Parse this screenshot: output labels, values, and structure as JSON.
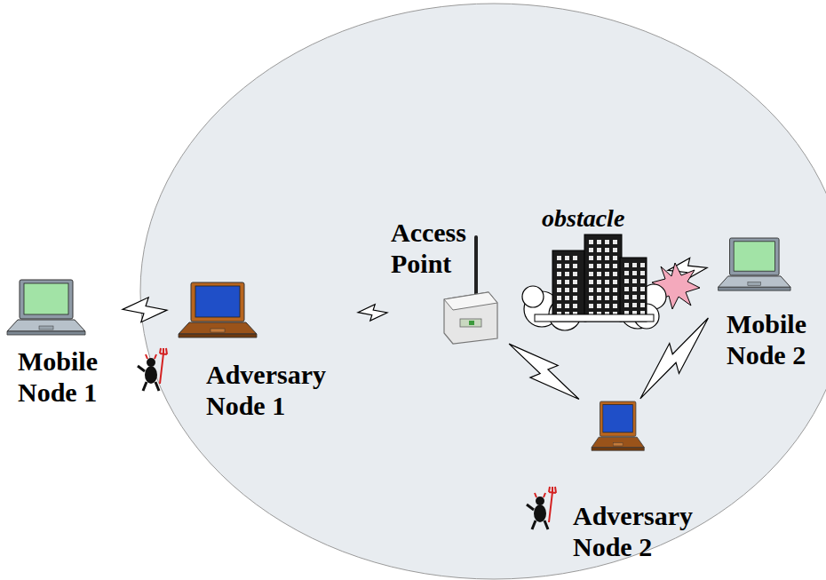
{
  "diagram": {
    "nodes": [
      {
        "text": [
          "Mobile Node 1"
        ]
      },
      {
        "text": [
          "Adversary Node 1"
        ]
      },
      {
        "text": [
          "Access Point"
        ]
      },
      {
        "text": [
          "obstacle"
        ]
      },
      {
        "text": [
          "Mobile Node 2"
        ]
      },
      {
        "text": [
          "Adversary Node 2"
        ]
      }
    ],
    "edges": [
      {
        "from": 0,
        "to": 1,
        "arrow": "none"
      },
      {
        "from": 1,
        "to": 2,
        "arrow": "none"
      },
      {
        "from": 4,
        "to": 3,
        "arrow": "none"
      },
      {
        "from": 4,
        "to": 5,
        "arrow": "none"
      },
      {
        "from": 5,
        "to": 2,
        "arrow": "none"
      }
    ]
  }
}
